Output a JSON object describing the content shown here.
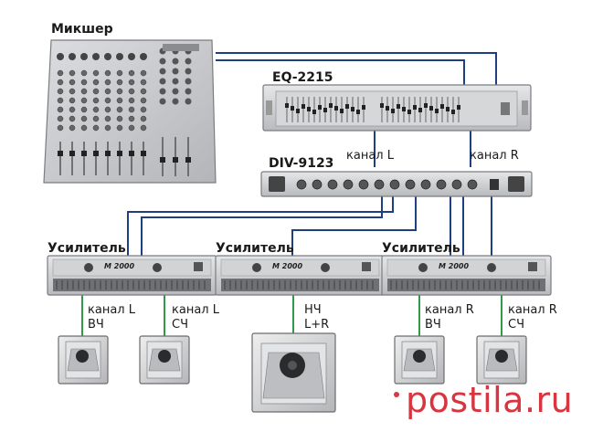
{
  "mixer": {
    "label": "Микшер"
  },
  "eq": {
    "label": "EQ-2215"
  },
  "div": {
    "label": "DIV-9123"
  },
  "channels": {
    "left": "канал L",
    "right": "канал R"
  },
  "amplifiers": [
    {
      "label": "Усилитель",
      "model": "M 2000"
    },
    {
      "label": "Усилитель",
      "model": "M 2000"
    },
    {
      "label": "Усилитель",
      "model": "M 2000"
    }
  ],
  "speaker_labels": [
    {
      "line1": "канал L",
      "line2": "ВЧ"
    },
    {
      "line1": "канал L",
      "line2": "СЧ"
    },
    {
      "line1": "НЧ",
      "line2": "L+R"
    },
    {
      "line1": "канал R",
      "line2": "ВЧ"
    },
    {
      "line1": "канал R",
      "line2": "СЧ"
    }
  ],
  "watermark": {
    "text": "postila.ru"
  },
  "colors": {
    "cable_blue": "#1f3f80",
    "cable_green": "#2f9a49",
    "device_gray": "#c9cacc",
    "watermark_red": "#d42430"
  }
}
